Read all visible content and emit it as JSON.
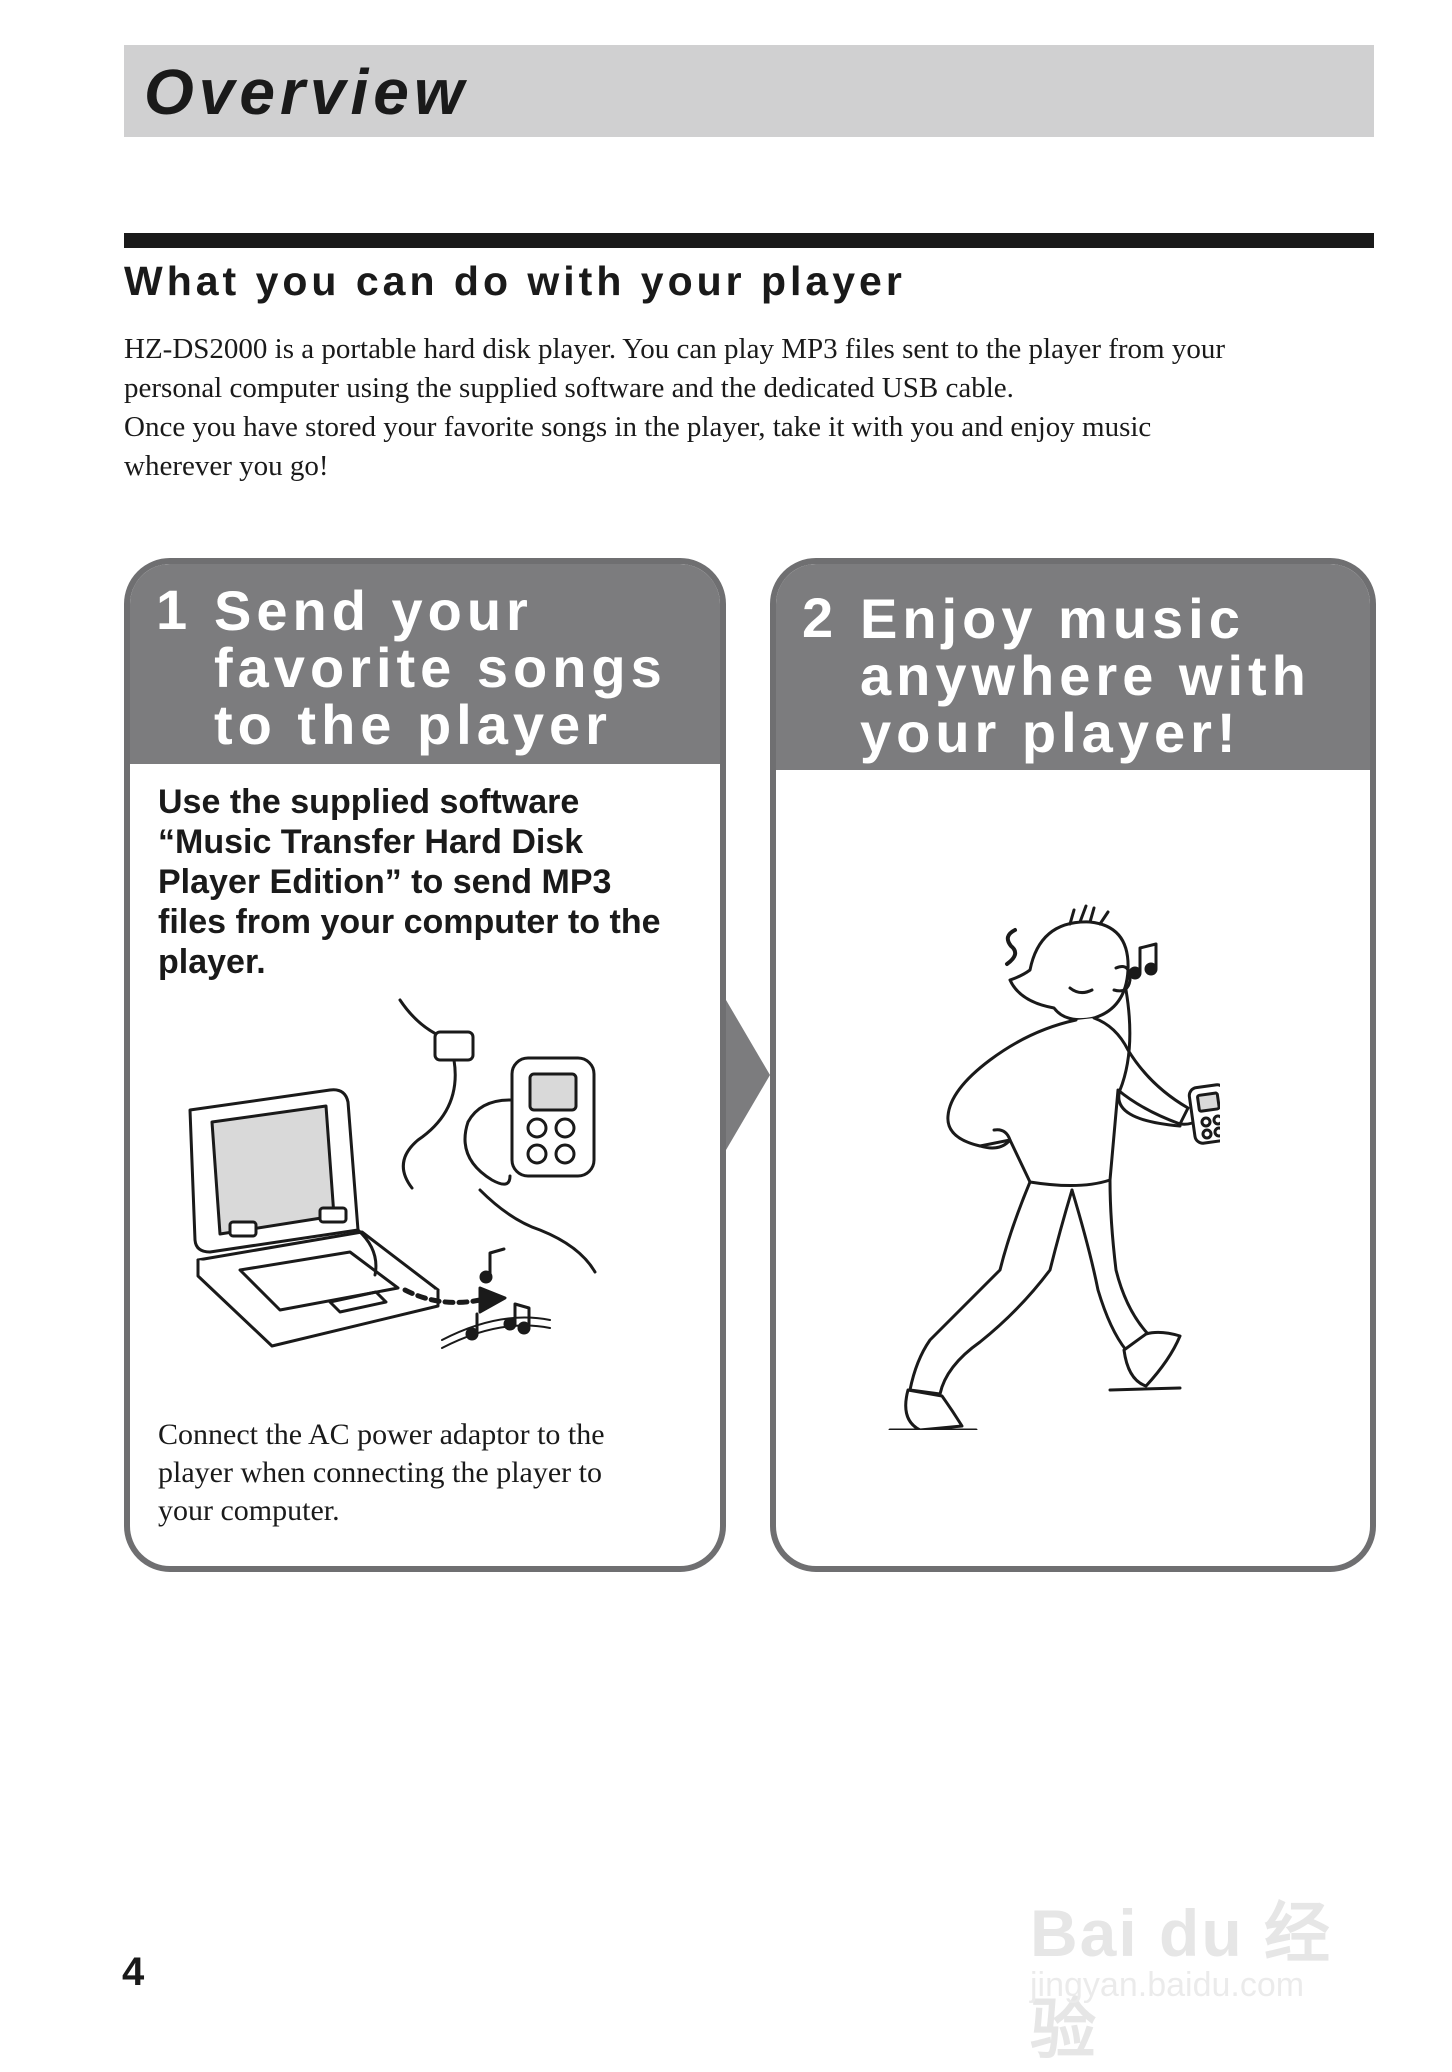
{
  "page": {
    "banner_title": "Overview",
    "section_title": "What you can do with your player",
    "intro_lines": [
      "HZ-DS2000 is a portable hard disk player. You can play MP3 files sent to the player from your",
      "personal computer using the supplied software and the dedicated USB cable.",
      "Once you have stored your favorite songs in the player, take it with you and enjoy music",
      "wherever you go!"
    ],
    "page_number": "4"
  },
  "steps": [
    {
      "number": "1",
      "title_lines": [
        "Send your",
        "favorite songs",
        "to the player"
      ],
      "body_lines": [
        "Use the supplied software",
        "“Music Transfer Hard Disk",
        "Player Edition” to send MP3",
        "files from your computer to the",
        "player."
      ],
      "note_lines": [
        "Connect the AC power adaptor to the",
        "player when connecting the player to",
        "your computer."
      ]
    },
    {
      "number": "2",
      "title_lines": [
        "Enjoy music",
        "anywhere with",
        "your player!"
      ]
    }
  ],
  "watermark": {
    "brand": "Bai du 经验",
    "url": "jingyan.baidu.com"
  },
  "colors": {
    "banner_bg": "#d0d0d1",
    "panel_header": "#7c7c7e",
    "panel_border": "#6f6f71",
    "text": "#1a1a1a"
  }
}
